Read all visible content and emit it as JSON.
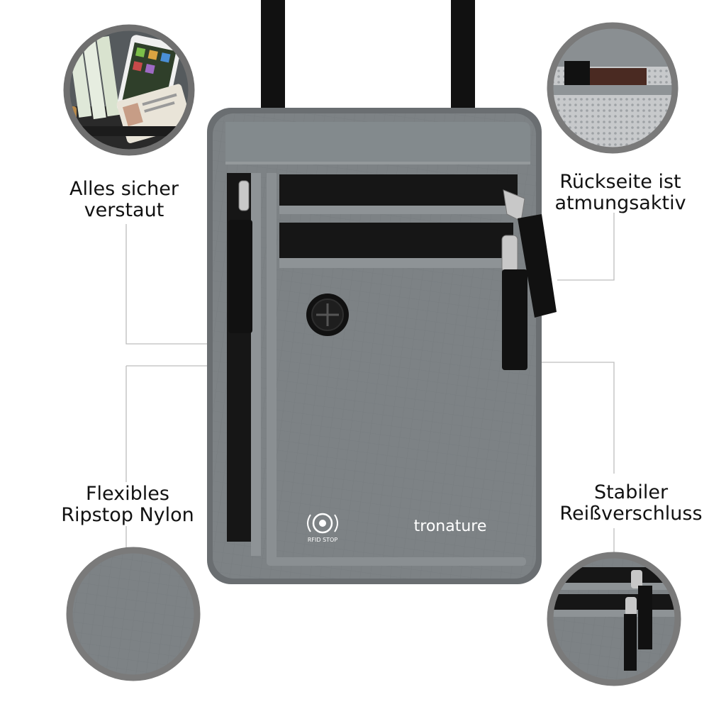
{
  "brand": {
    "logo_text": "tronature",
    "rfid_badge": "RFID STOP"
  },
  "callouts": {
    "top_left": {
      "line1": "Alles sicher",
      "line2": "verstaut"
    },
    "top_right": {
      "line1": "Rückseite ist",
      "line2": "atmungsaktiv"
    },
    "bottom_left": {
      "line1": "Flexibles",
      "line2": "Ripstop Nylon"
    },
    "bottom_right": {
      "line1": "Stabiler",
      "line2": "Reißverschluss"
    }
  },
  "colors": {
    "pouch_gray": "#7d8285",
    "pouch_edge": "#6a6e71",
    "binding": "#8e9396",
    "strap_black": "#111111",
    "zipper_black": "#161616",
    "ring_gray": "#7a7a7a",
    "leader_line": "#bdbdbd"
  }
}
